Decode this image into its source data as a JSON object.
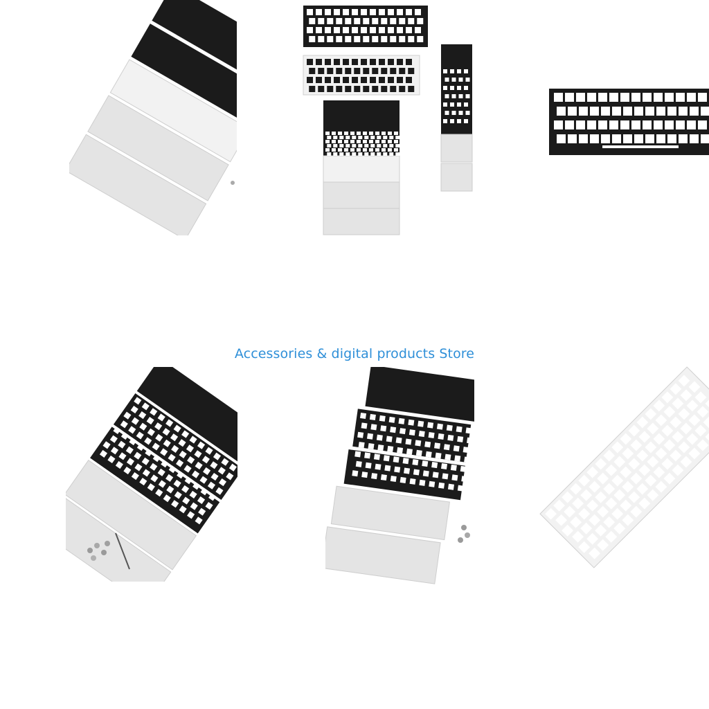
{
  "caption": "Accessories & digital products Store",
  "colors": {
    "caption": "#2e8fd8",
    "black_plate": "#1b1b1b",
    "white_plate": "#f2f2f2",
    "acrylic": "#e4e4e4"
  },
  "images": [
    {
      "id": "rotated-stack-top-left",
      "content": "stack of black and white plates with frosted acrylic pieces, rotated"
    },
    {
      "id": "layout-overview-top-center",
      "content": "black plate, white plate, stacked plates and side view"
    },
    {
      "id": "black-plate-closeup-top-right",
      "content": "close-up of black keyboard plate"
    },
    {
      "id": "stack-with-screws-bottom-left",
      "content": "rotated stack with screws and screwdriver"
    },
    {
      "id": "stack-with-screws-bottom-center",
      "content": "rotated stack with screws"
    },
    {
      "id": "white-plate-angle-bottom-right",
      "content": "white plate at an angle"
    }
  ]
}
